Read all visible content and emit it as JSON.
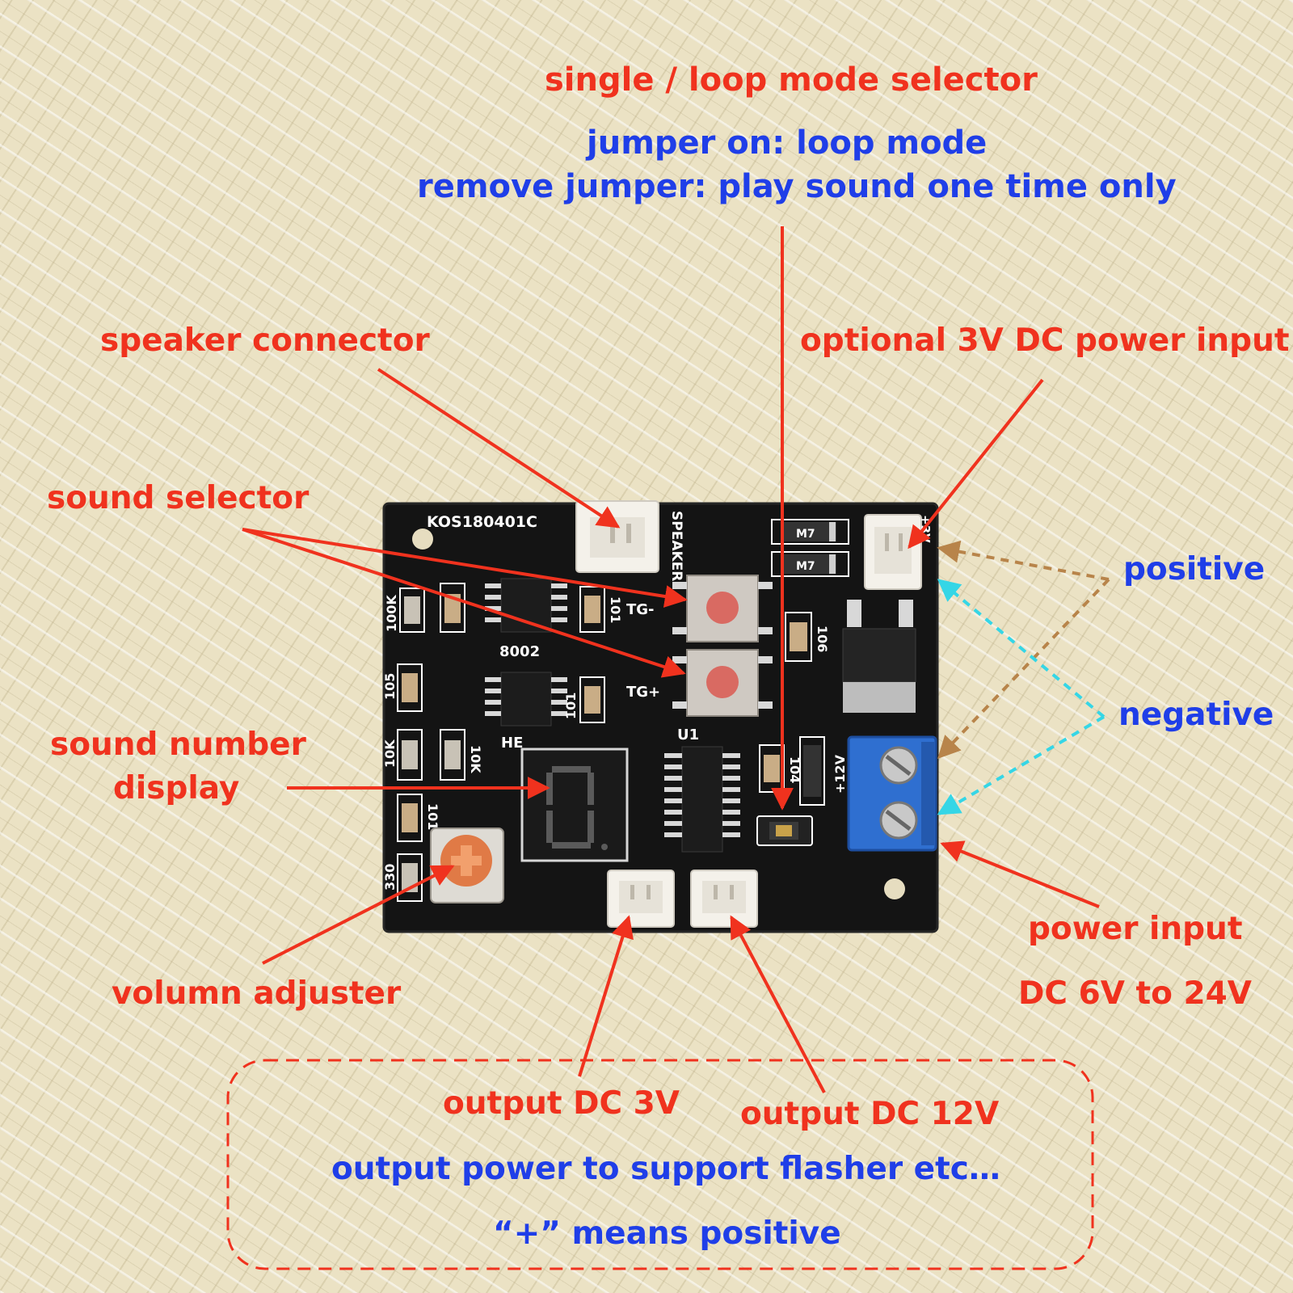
{
  "colors": {
    "label_red": "#f0321e",
    "label_blue": "#1f3ee8",
    "positive_arrow": "#b8844a",
    "negative_arrow": "#35d6e6",
    "board": "#141414",
    "terminal_block": "#2f6fd0"
  },
  "labels": {
    "mode_selector": "single / loop mode selector",
    "jumper_on": "jumper on: loop mode",
    "remove_jumper": "remove jumper: play sound one time only",
    "speaker_connector": "speaker connector",
    "optional_power": "optional 3V DC power input",
    "sound_selector": "sound selector",
    "positive": "positive",
    "negative": "negative",
    "sound_number_line1": "sound number",
    "sound_number_line2": "display",
    "power_input": "power input",
    "power_range": "DC 6V to 24V",
    "volume_adjuster": "volumn adjuster",
    "output_3v": "output DC 3V",
    "output_12v": "output DC 12V",
    "output_note": "output power to support flasher etc…",
    "plus_note": "“+” means positive"
  },
  "silkscreen": {
    "board_id": "KOS180401C",
    "speaker": "SPEAKER",
    "tg_minus": "TG-",
    "tg_plus": "TG+",
    "chip_8002": "8002",
    "chip_he": "HE",
    "u1": "U1",
    "r_100k": "100K",
    "r_105": "105",
    "r_10k_a": "10K",
    "r_10k_b": "10K",
    "r_101_a": "101",
    "r_101_b": "101",
    "r_101_c": "101",
    "r_330": "330",
    "c_106": "106",
    "c_104": "104",
    "plus_12v": "+12V",
    "plus_3v": "+3V",
    "m7": "M7",
    "display_digit": "0"
  }
}
